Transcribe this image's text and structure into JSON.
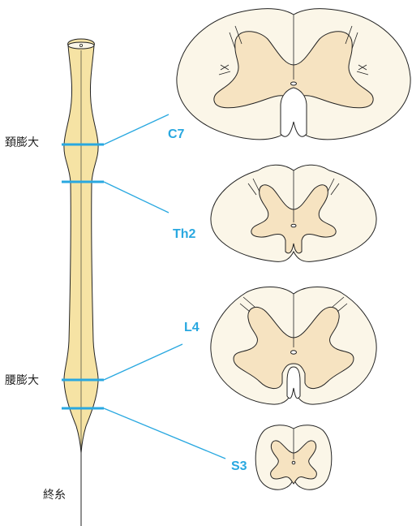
{
  "colors": {
    "white_matter": "#fbf6e8",
    "gray_matter": "#f6e3c1",
    "cord_fill": "#f6e3a4",
    "outline": "#222222",
    "marker": "#29a8e0"
  },
  "labels": {
    "cervical_enlargement": "頚膨大",
    "lumbar_enlargement": "腰膨大",
    "filum_terminale": "終糸"
  },
  "segments": {
    "c7": "C7",
    "th2": "Th2",
    "l4": "L4",
    "s3": "S3"
  }
}
